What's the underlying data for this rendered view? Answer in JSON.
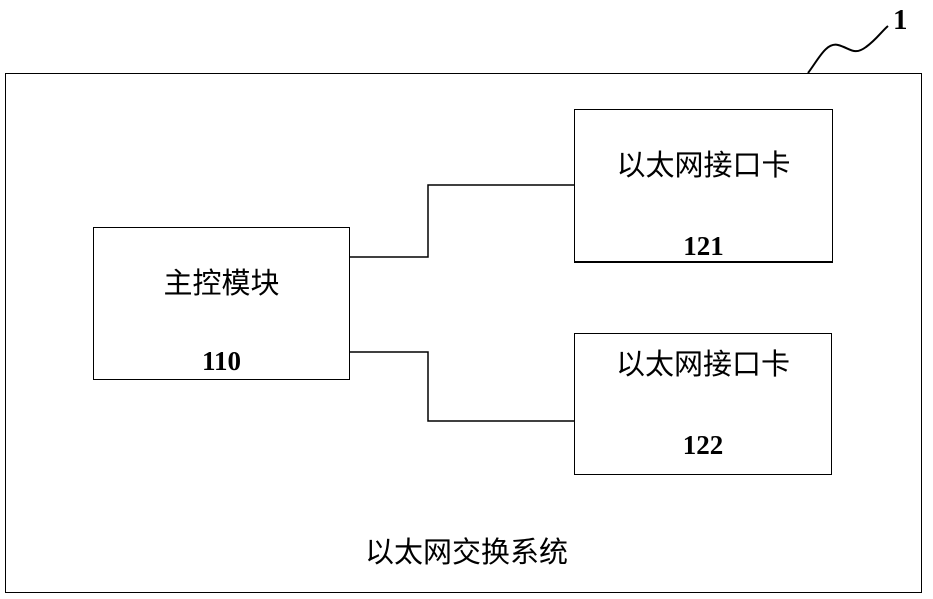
{
  "reference_number": "1",
  "system": {
    "label": "以太网交换系统"
  },
  "main_control": {
    "label": "主控模块",
    "number": "110"
  },
  "ethernet_cards": [
    {
      "label": "以太网接口卡",
      "number": "121"
    },
    {
      "label": "以太网接口卡",
      "number": "122"
    }
  ]
}
